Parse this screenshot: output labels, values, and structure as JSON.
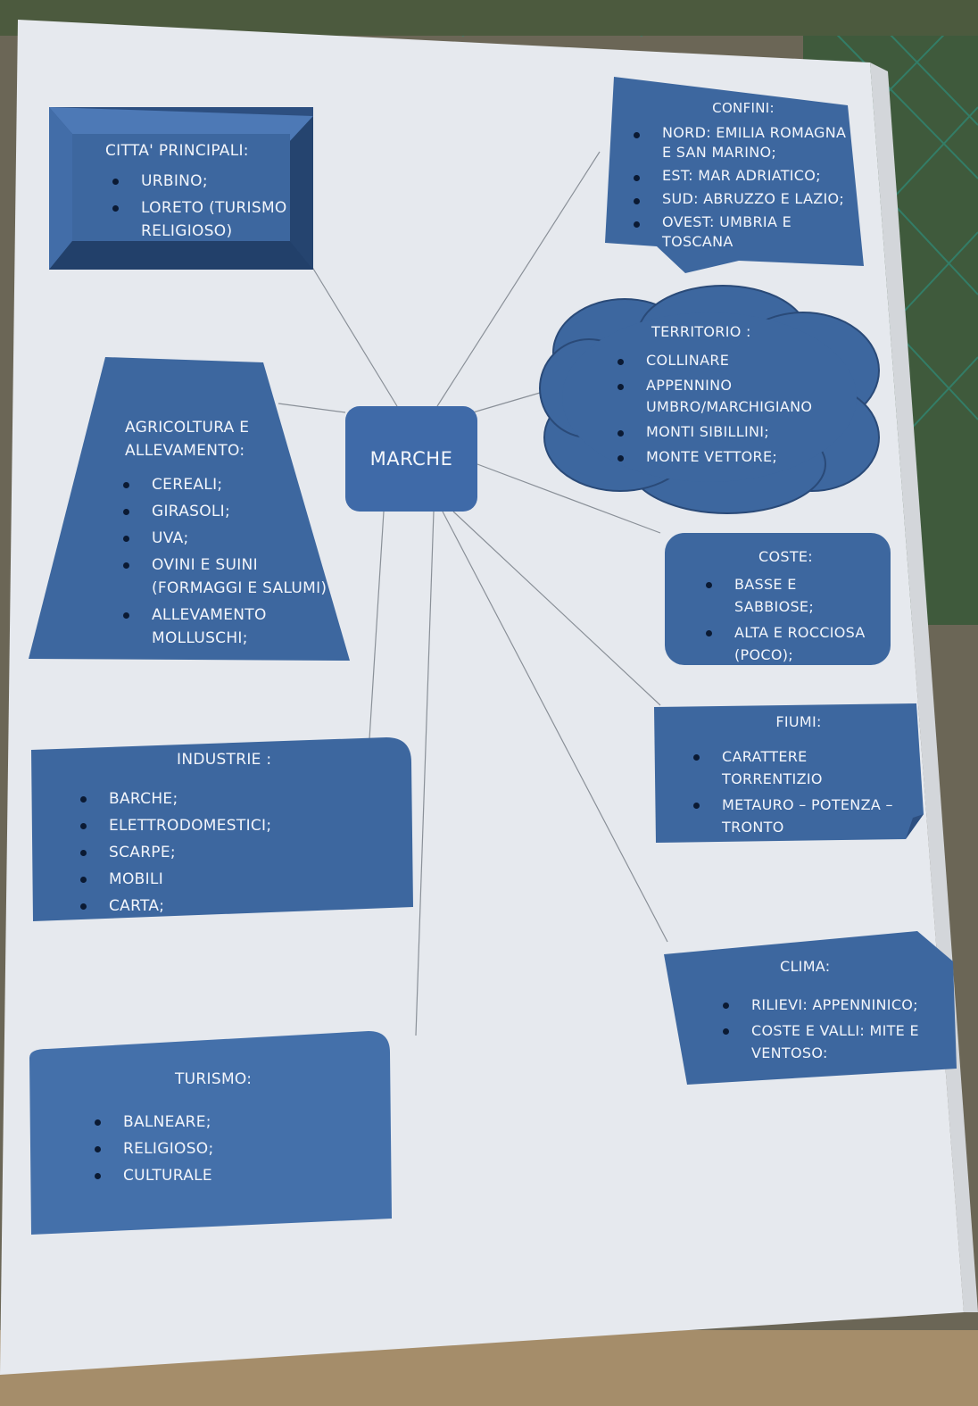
{
  "colors": {
    "box_fill": "#3d679f",
    "box_fill_light": "#4a76b4",
    "box_fill_dark": "#2d4f80",
    "text": "#f2f5fb",
    "line": "#8a9098",
    "paper": "#e9ecf0"
  },
  "center": {
    "label": "MARCHE"
  },
  "nodes": {
    "citta": {
      "title": "CITTA' PRINCIPALI:",
      "items": [
        "URBINO;",
        "LORETO (TURISMO RELIGIOSO)"
      ]
    },
    "confini": {
      "title": "CONFINI:",
      "items": [
        "NORD: EMILIA ROMAGNA E SAN MARINO;",
        "EST: MAR ADRIATICO;",
        "SUD: ABRUZZO E LAZIO;",
        "OVEST: UMBRIA E TOSCANA"
      ]
    },
    "territorio": {
      "title": "TERRITORIO :",
      "items": [
        "COLLINARE",
        "APPENNINO UMBRO/MARCHIGIANO",
        "MONTI SIBILLINI;",
        "MONTE VETTORE;"
      ]
    },
    "agricoltura": {
      "title": "AGRICOLTURA E ALLEVAMENTO:",
      "items": [
        "CEREALI;",
        "GIRASOLI;",
        "UVA;",
        "OVINI E SUINI (FORMAGGI E SALUMI)",
        "ALLEVAMENTO MOLLUSCHI;"
      ]
    },
    "coste": {
      "title": "COSTE:",
      "items": [
        "BASSE E SABBIOSE;",
        "ALTA E ROCCIOSA (POCO);"
      ]
    },
    "fiumi": {
      "title": "FIUMI:",
      "items": [
        "CARATTERE TORRENTIZIO",
        "METAURO – POTENZA – TRONTO"
      ]
    },
    "industrie": {
      "title": "INDUSTRIE :",
      "items": [
        "BARCHE;",
        "ELETTRODOMESTICI;",
        "SCARPE;",
        "MOBILI",
        "CARTA;"
      ]
    },
    "clima": {
      "title": "CLIMA:",
      "items": [
        "RILIEVI: APPENNINICO;",
        "COSTE E VALLI: MITE E VENTOSO:"
      ]
    },
    "turismo": {
      "title": "TURISMO:",
      "items": [
        "BALNEARE;",
        "RELIGIOSO;",
        "CULTURALE"
      ]
    }
  }
}
